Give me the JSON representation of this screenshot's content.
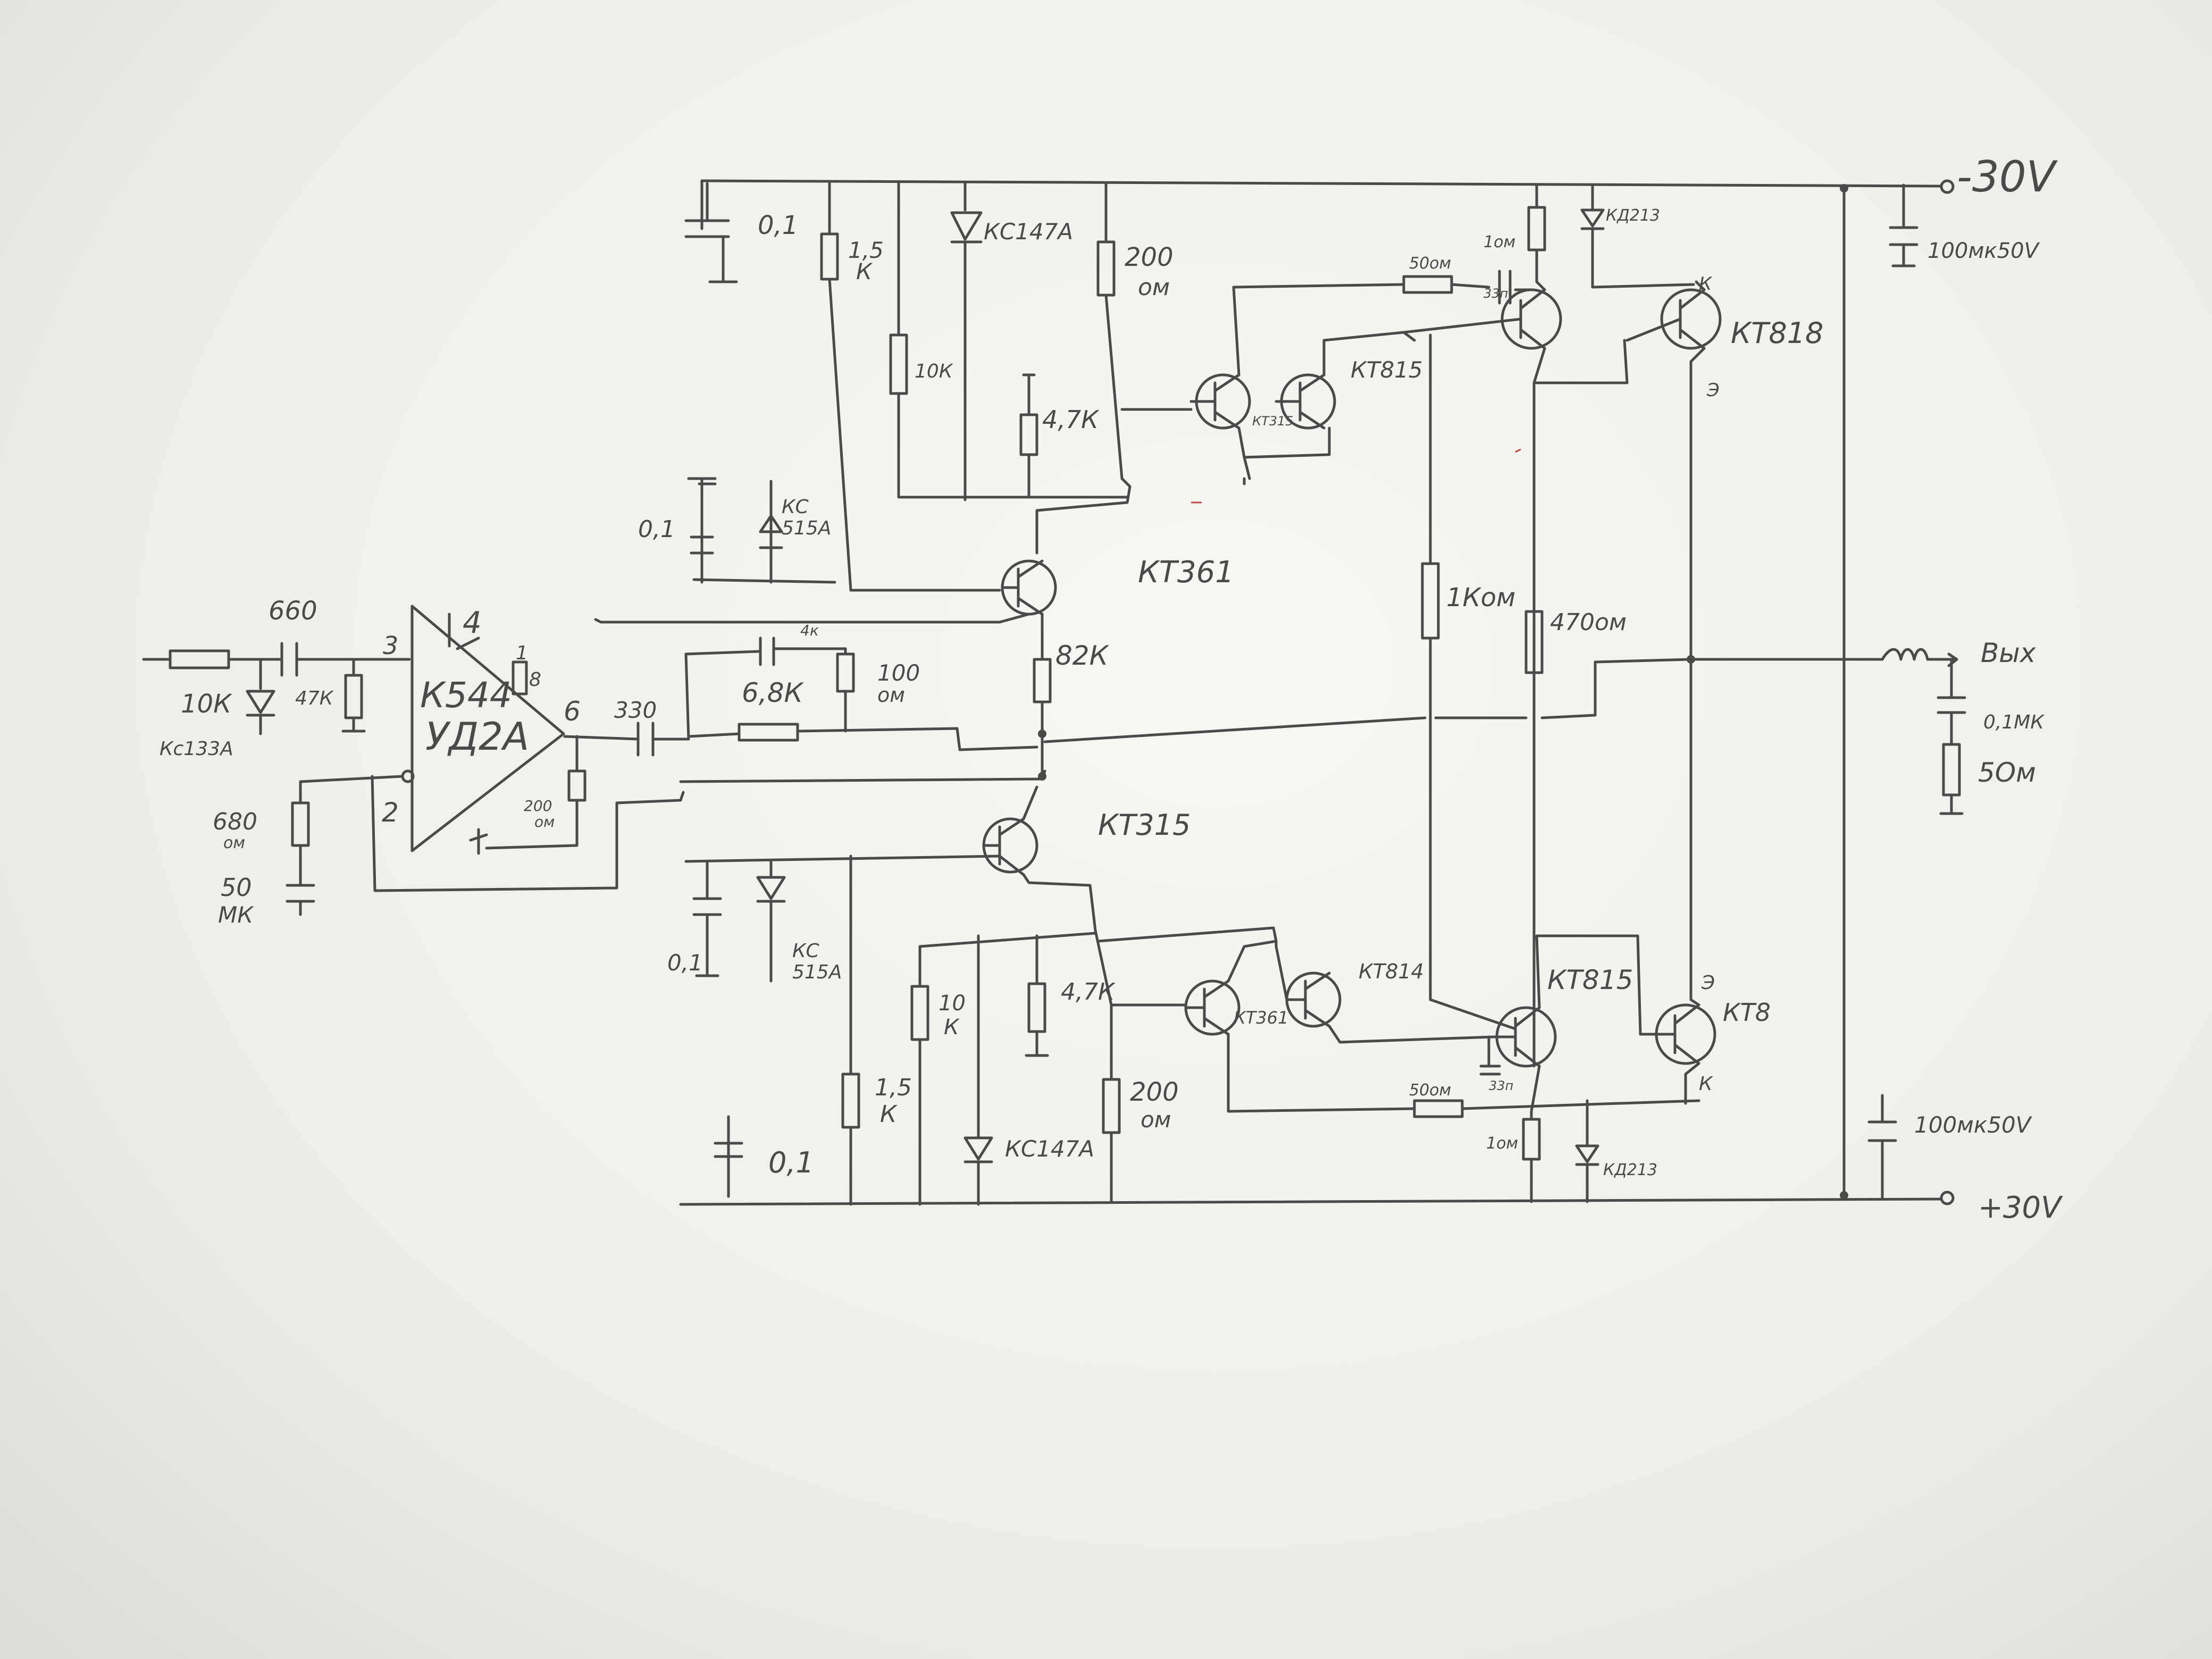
{
  "rails": {
    "neg_supply": "-30V",
    "pos_supply": "+30V"
  },
  "opamp": {
    "name": "К544",
    "subname": "УД2А",
    "pin3": "3",
    "pin2": "2",
    "pin4": "4",
    "pin6": "6",
    "pin8": "8",
    "pin1": "1"
  },
  "labels": {
    "c_in": "660",
    "r_in": "10К",
    "zener_in": "Кс133А",
    "r_47k": "47К",
    "r_680": "680",
    "r_680_unit": "ом",
    "c_50mk_a": "50",
    "c_50mk_b": "МК",
    "c_330": "330",
    "r_200_fb_a": "200",
    "r_200_fb_b": "ом",
    "r_68k": "6,8К",
    "c_4k_small": "4к",
    "r_100_a": "100",
    "r_100_b": "ом",
    "r_82k": "82К",
    "c_top_01": "0,1",
    "r_top_15_a": "1,5",
    "r_top_15_b": "К",
    "zener_top": "КС147А",
    "r_top_10k": "10К",
    "r_top_200_a": "200",
    "r_top_200_b": "ом",
    "r_top_47k": "4,7К",
    "c_mid_top_01": "0,1",
    "zener_515_top_a": "КС",
    "zener_515_top_b": "515А",
    "q_kt361_top": "КТ361",
    "q_kt315_top_small": "КТ315",
    "q_kt815_top": "КТ815",
    "r_50_top": "50ом",
    "c_33_top": "33п",
    "r_1om_top": "1ом",
    "d_kd213_top": "КД213",
    "q_kt818": "КТ818",
    "pin_k_top": "К",
    "pin_e_top": "Э",
    "r_1kom": "1Ком",
    "r_470": "470ом",
    "out": "Вых",
    "c_out": "0,1МК",
    "r_out": "5Ом",
    "c_rail_top": "100мк50V",
    "q_kt315_mid": "КТ315",
    "c_mid_bot_01": "0,1",
    "zener_515_bot_a": "КС",
    "zener_515_bot_b": "515А",
    "r_bot_10k_a": "10",
    "r_bot_10k_b": "К",
    "r_bot_47k": "4,7К",
    "q_kt361_bot": "КТ361",
    "q_kt814": "КТ814",
    "q_kt815_bot": "КТ815",
    "q_kt8": "КТ8",
    "pin_e_bot": "Э",
    "pin_k_bot": "К",
    "r_bot_15_a": "1,5",
    "r_bot_15_b": "К",
    "zener_bot": "КС147А",
    "r_bot_200_a": "200",
    "r_bot_200_b": "ом",
    "c_bot_01": "0,1",
    "r_50_bot": "50ом",
    "c_33_bot": "33п",
    "r_1om_bot": "1ом",
    "d_kd213_bot": "КД213",
    "c_rail_bot": "100мк50V"
  }
}
